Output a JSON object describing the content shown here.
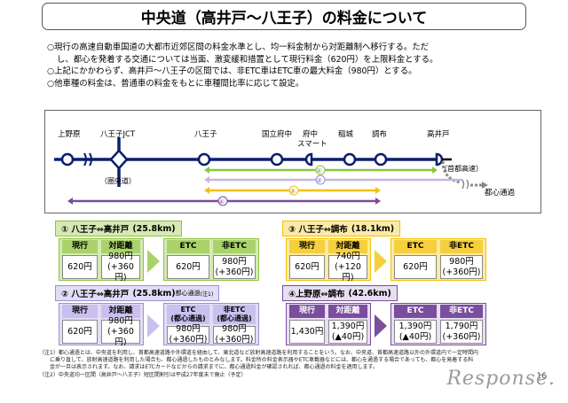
{
  "title": "中央道（高井戸～八王子）の料金について",
  "bullets": [
    {
      "line1": "○現行の高速自動車国道の大都市近郊区間の料金水準とし、均一料金制から対距離制へ移行する。ただ",
      "line2": "し、都心を発着する交通については当面、激変緩和措置として現行料金（620円）を上限料金とする。"
    },
    {
      "line1": "○上記にかかわらず、高井戸～八王子の区間では、非ETC車はETC車の最大料金（980円）とする。"
    },
    {
      "line1": "○他車種の料金は、普通車の料金をもとに車種間比率に応じて設定。"
    }
  ],
  "diagram": {
    "stations": [
      "上野原",
      "八王子JCT",
      "八王子",
      "国立府中",
      "府中\nスマート",
      "稲城",
      "調布",
      "高井戸"
    ],
    "labels": {
      "ken": "（圏央道）",
      "shuto": "（首都高速）",
      "toshin": "都心通過",
      "r1": "①",
      "r2": "②",
      "r3": "③",
      "r4": "④"
    },
    "colors": {
      "line": "#0a1f6e",
      "r1": "#8cc63f",
      "r2": "#c9b3e6",
      "r3": "#f2c200",
      "r4": "#7a4d9e"
    }
  },
  "sections": [
    {
      "id": "s1",
      "head": "① 八王子⇔高井戸",
      "dist": "(25.8km)",
      "headColor": "#d6e9b3",
      "borderColor": "#8cc63f",
      "hdrColor": "#a9d36a",
      "h_current": "現行",
      "h_distance": "対距離",
      "v_current": "620円",
      "v_distance": "980円\n(+360円)",
      "h_etc": "ETC",
      "h_nonetc": "非ETC",
      "v_etc": "620円",
      "v_nonetc": "980円\n(+360円)"
    },
    {
      "id": "s2",
      "head": "② 八王子⇔高井戸",
      "dist": "(25.8km)",
      "headSub": "都心通過",
      "note": "(注1)",
      "headColor": "#e3dcf5",
      "borderColor": "#9b8fd6",
      "hdrColor": "#c9c0ef",
      "h_current": "現行",
      "h_distance": "対距離",
      "v_current": "620円",
      "v_distance": "980円\n(+360円)",
      "h_etc": "ETC\n(都心通過)",
      "h_nonetc": "非ETC\n(都心通過)",
      "v_etc": "980円\n(+360円)",
      "v_nonetc": "980円\n(+360円)"
    },
    {
      "id": "s3",
      "head": "③ 八王子⇔調布",
      "dist": "(18.1km)",
      "headColor": "#fbe9a6",
      "borderColor": "#f2c200",
      "hdrColor": "#f6cf3c",
      "h_current": "現行",
      "h_distance": "対距離",
      "v_current": "620円",
      "v_distance": "740円\n(+120円)",
      "h_etc": "ETC",
      "h_nonetc": "非ETC",
      "v_etc": "620円",
      "v_nonetc": "980円\n(+360円)"
    },
    {
      "id": "s4",
      "head": "④上野原⇔調布",
      "dist": "(42.6km)",
      "headColor": "#e7def0",
      "borderColor": "#7a4d9e",
      "hdrColor": "#7a4d9e",
      "h_current": "現行",
      "h_distance": "対距離",
      "v_current": "1,430円",
      "v_distance": "1,390円\n(▲40円)",
      "h_etc": "ETC",
      "h_nonetc": "非ETC",
      "v_etc": "1,390円\n(▲40円)",
      "v_nonetc": "1,790円\n(+360円)"
    }
  ],
  "notes": [
    "（注1）都心通過とは、中央道を利用し、首都高速道路や外環道を経由して、東北道など放射高速道路を利用することをいう。なお、中央道、首都高速道路以外の外環道内で一定時間内",
    "　　に乗り直して、放射高速道路を利用した場合も、都心通過したものとみなします。料金所の料金表示器やETC車載器などには、都心を通過する場合であっても、都心を発着する料",
    "　　金が一旦は表示されます。なお、請求はETCカードなどからの請求までに、都心通過料金が確認されれば、都心通過の料金を適用します。",
    "（注2）中央道均一区間（高井戸～八王子）短区間割引は平成27年度末で廃止（予定）"
  ],
  "watermark": "Response.",
  "page_number": "16"
}
